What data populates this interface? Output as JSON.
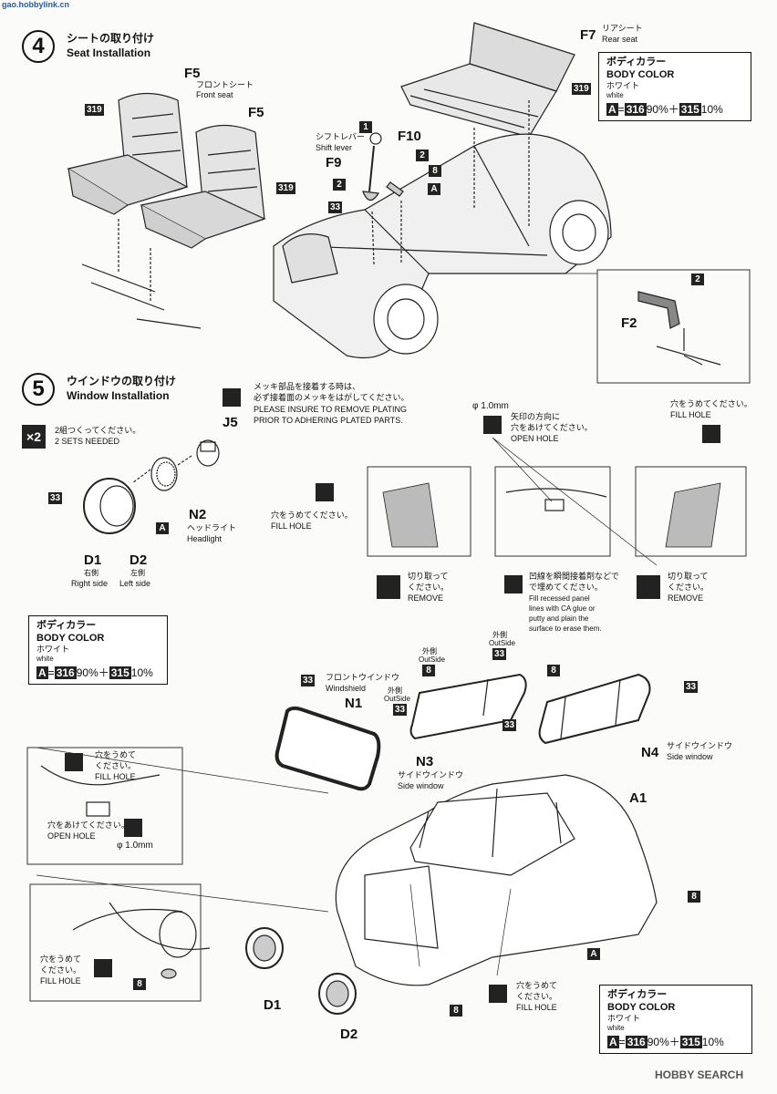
{
  "watermark": {
    "site": "gao.hobbylink.cn",
    "brand": "HOBBY SEARCH"
  },
  "step4": {
    "number": "4",
    "title_jp": "シートの取り付け",
    "title_en": "Seat Installation",
    "front_seat_part": "F5",
    "front_seat_jp": "フロントシート",
    "front_seat_en": "Front seat",
    "front_seat_part2": "F5",
    "paint_319a": "319",
    "paint_319b": "319",
    "rear_seat_part": "F7",
    "rear_seat_jp": "リアシート",
    "rear_seat_en": "Rear seat",
    "paint_319c": "319",
    "shift_jp": "シフトレバー",
    "shift_en": "Shift lever",
    "part_F10": "F10",
    "part_F9": "F9",
    "num_1": "1",
    "num_2a": "2",
    "num_2b": "2",
    "num_8": "8",
    "num_A": "A",
    "num_33": "33",
    "inset_part": "F2",
    "inset_num": "2"
  },
  "color_box_1": {
    "title_jp": "ボディカラー",
    "title_en": "BODY COLOR",
    "color_jp": "ホワイト",
    "color_en": "white",
    "key": "A",
    "formula_eq": "=",
    "paint1": "316",
    "pct1": "90%＋",
    "paint2": "315",
    "pct2": "10%"
  },
  "step5": {
    "number": "5",
    "title_jp": "ウインドウの取り付け",
    "title_en": "Window Installation",
    "plating_jp1": "メッキ部品を接着する時は、",
    "plating_jp2": "必ず接着面のメッキをはがしてください。",
    "plating_en1": "PLEASE INSURE TO REMOVE PLATING",
    "plating_en2": "PRIOR TO ADHERING PLATED PARTS.",
    "x2": "×2",
    "sets_jp": "2組つくってください。",
    "sets_en": "2 SETS NEEDED",
    "part_J5": "J5",
    "part_N2": "N2",
    "n2_jp": "ヘッドライト",
    "n2_en": "Headlight",
    "num_33": "33",
    "num_A": "A",
    "part_D1": "D1",
    "d1_jp": "右側",
    "d1_en": "Right side",
    "part_D2": "D2",
    "d2_jp": "左側",
    "d2_en": "Left side"
  },
  "holes": {
    "phi": "φ 1.0mm",
    "open_jp1": "矢印の方向に",
    "open_jp2": "穴をあけてください。",
    "open_en": "OPEN HOLE",
    "fill_right_jp": "穴をうめてください。",
    "fill_right_en": "FILL HOLE",
    "fill_left_jp": "穴をうめてください。",
    "fill_left_en": "FILL HOLE",
    "remove_left_jp1": "切り取って",
    "remove_left_jp2": "ください。",
    "remove_left_en": "REMOVE",
    "remove_right_jp1": "切り取って",
    "remove_right_jp2": "ください。",
    "remove_right_en": "REMOVE",
    "recess_jp1": "凹線を瞬間接着剤などで",
    "recess_jp2": "で埋めてください。",
    "recess_en1": "Fill recessed panel",
    "recess_en2": "lines with CA glue or",
    "recess_en3": "putty and plain the",
    "recess_en4": "surface to erase them."
  },
  "color_box_2": {
    "title_jp": "ボディカラー",
    "title_en": "BODY COLOR",
    "color_jp": "ホワイト",
    "color_en": "white",
    "key": "A",
    "formula_eq": "=",
    "paint1": "316",
    "pct1": "90%＋",
    "paint2": "315",
    "pct2": "10%"
  },
  "windows": {
    "n1_part": "N1",
    "n1_jp": "フロントウインドウ",
    "n1_en": "Windshield",
    "n1_num": "33",
    "n3_part": "N3",
    "n3_jp": "サイドウインドウ",
    "n3_en": "Side window",
    "n4_part": "N4",
    "n4_jp": "サイドウインドウ",
    "n4_en": "Side window",
    "out_jp1": "外側",
    "out_en1": "OutSide",
    "out_jp2": "外側",
    "out_en2": "OutSide",
    "out_jp3": "外側",
    "out_en3": "OutSide",
    "num_8a": "8",
    "num_8b": "8",
    "num_33a": "33",
    "num_33b": "33",
    "num_33c": "33",
    "num_33d": "33"
  },
  "body": {
    "part_A1": "A1",
    "num_8a": "8",
    "num_A": "A",
    "num_8b": "8",
    "num_8c": "8",
    "part_D1": "D1",
    "part_D2": "D2",
    "inset_fill_jp1": "穴をうめて",
    "inset_fill_jp2": "ください。",
    "inset_fill_en": "FILL HOLE",
    "inset_open_jp": "穴をあけてください。",
    "inset_open_en": "OPEN HOLE",
    "inset_phi": "φ 1.0mm",
    "left_fill_jp1": "穴をうめて",
    "left_fill_jp2": "ください。",
    "left_fill_en": "FILL HOLE",
    "bottom_fill_jp1": "穴をうめて",
    "bottom_fill_jp2": "ください。",
    "bottom_fill_en": "FILL HOLE"
  },
  "color_box_3": {
    "title_jp": "ボディカラー",
    "title_en": "BODY COLOR",
    "color_jp": "ホワイト",
    "color_en": "white",
    "key": "A",
    "formula_eq": "=",
    "paint1": "316",
    "pct1": "90%＋",
    "paint2": "315",
    "pct2": "10%"
  }
}
